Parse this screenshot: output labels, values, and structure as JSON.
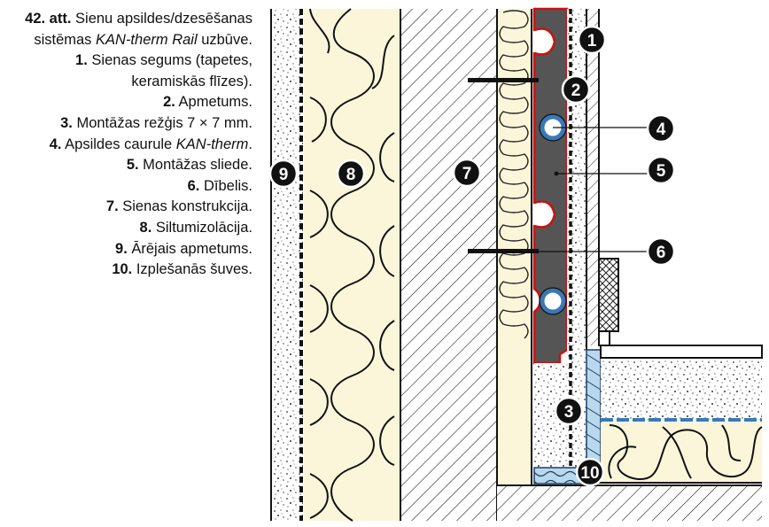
{
  "caption": {
    "figure_number": "42. att.",
    "title_part1": " Sienu apsildes/dzesēšanas",
    "title_part2": "sistēmas ",
    "title_product": "KAN-therm Rail",
    "title_part3": " uzbūve."
  },
  "legend": [
    {
      "num": "1.",
      "text": " Sienas segums (tapetes,"
    },
    {
      "num": "",
      "text": "keramiskās flīzes)."
    },
    {
      "num": "2.",
      "text": " Apmetums."
    },
    {
      "num": "3.",
      "text": " Montāžas režģis 7 × 7 mm."
    },
    {
      "num": "4.",
      "text": " Apsildes caurule ",
      "italic": "KAN-therm",
      "tail": "."
    },
    {
      "num": "5.",
      "text": " Montāžas sliede."
    },
    {
      "num": "6.",
      "text": " Dībelis."
    },
    {
      "num": "7.",
      "text": " Sienas konstrukcija."
    },
    {
      "num": "8.",
      "text": " Siltumizolācija."
    },
    {
      "num": "9.",
      "text": " Ārējais apmetums."
    },
    {
      "num": "10.",
      "text": " Izplešanās šuves."
    }
  ],
  "callouts": [
    "1",
    "2",
    "3",
    "4",
    "5",
    "6",
    "7",
    "8",
    "9",
    "10"
  ],
  "colors": {
    "insulation": "#fbf6d9",
    "rail": "#555555",
    "rail_outline": "#cc1111",
    "pipe": "#3a78b8",
    "expansion_joint": "#b9d8ee",
    "badge": "#111111"
  }
}
